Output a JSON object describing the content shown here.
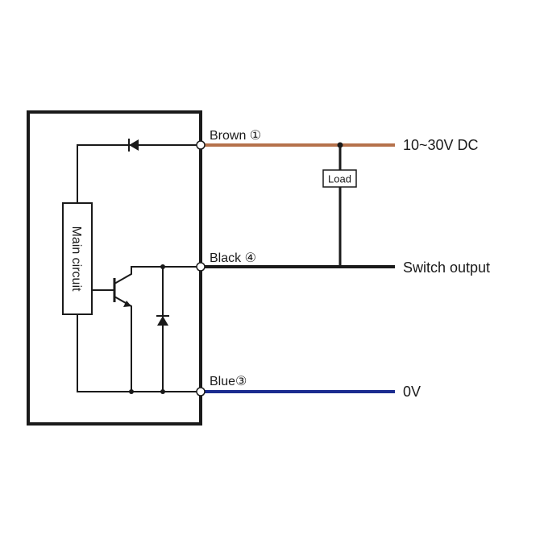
{
  "wires": {
    "brown": {
      "label": "Brown ①",
      "color": "#b5714b"
    },
    "black": {
      "label": "Black ④",
      "color": "#1a1a1a"
    },
    "blue": {
      "label": "Blue③",
      "color": "#1a2b8f"
    }
  },
  "outputs": {
    "supply": "10~30V DC",
    "switch": "Switch output",
    "ground": "0V"
  },
  "components": {
    "main_circuit": "Main circuit",
    "load": "Load"
  }
}
